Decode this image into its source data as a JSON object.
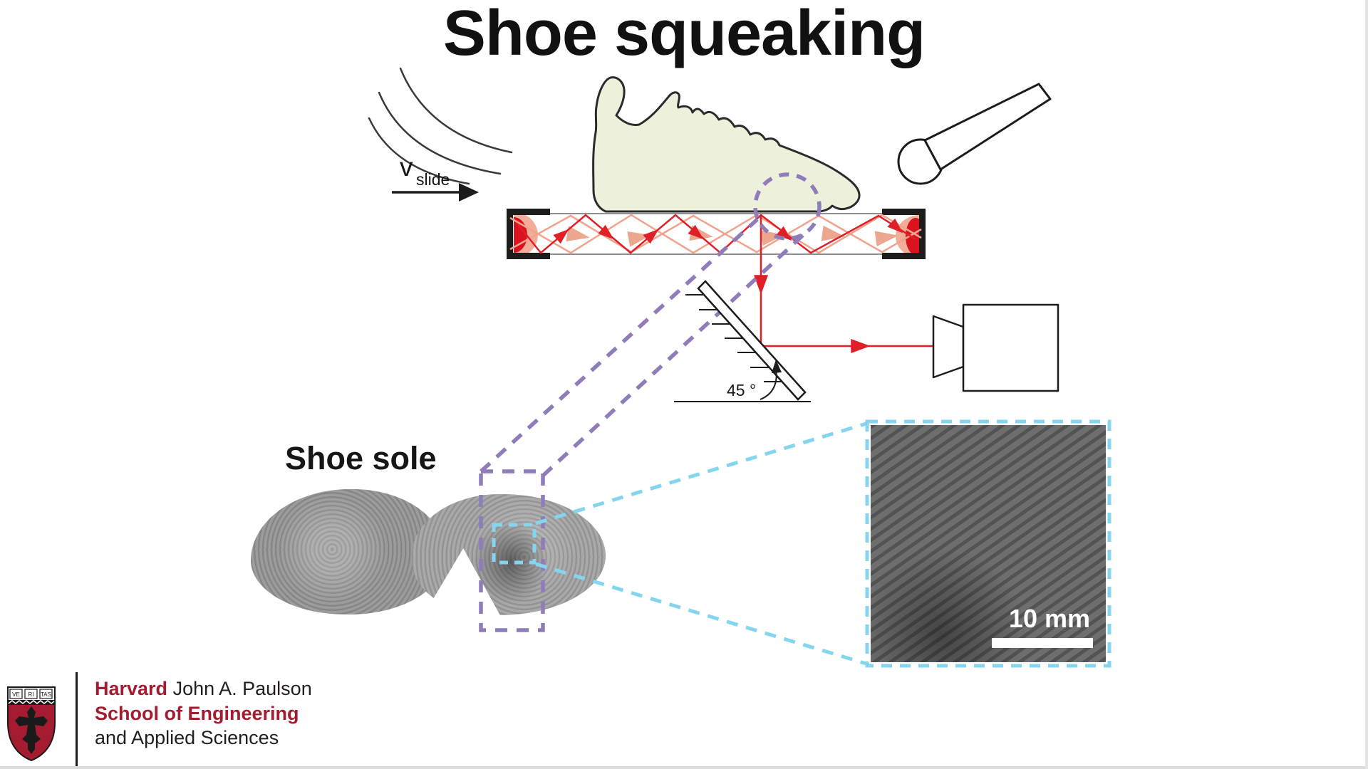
{
  "title": "Shoe squeaking",
  "labels": {
    "velocity_symbol": "v",
    "velocity_subscript": "slide",
    "mirror_angle": "45 °",
    "sole_caption": "Shoe sole",
    "scale_bar": "10 mm"
  },
  "logo": {
    "brand": "Harvard",
    "brand_suffix": " John A. Paulson",
    "school_line": "School of Engineering",
    "school_line2": "and Applied Sciences",
    "shield_motto": [
      "VE",
      "RI",
      "TAS"
    ]
  },
  "colors": {
    "shoe_fill": "#edf0da",
    "diagram_outline": "#1c1c1c",
    "laser_red": "#e02028",
    "laser_salmon": "#f0a48e",
    "zoom_purple": "#8f7cb9",
    "zoom_cyan": "#85d5ef",
    "harvard_crimson": "#a51c30",
    "logo_text": "#231f20"
  }
}
